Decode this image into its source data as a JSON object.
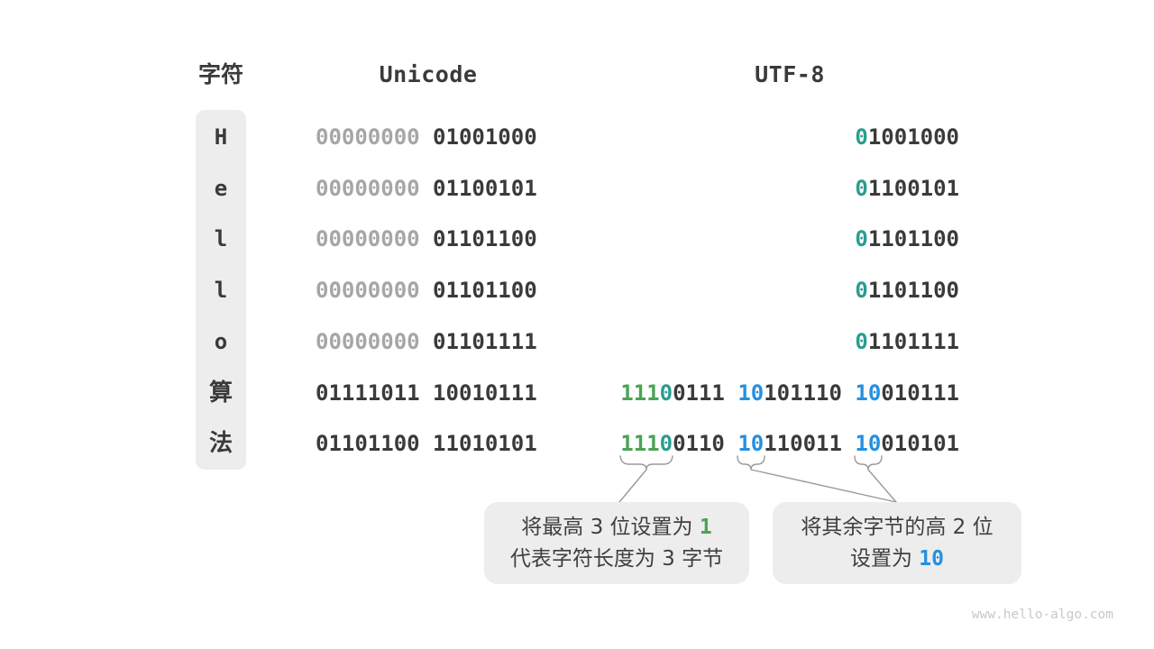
{
  "header": {
    "char_label": "字符",
    "unicode_label": "Unicode",
    "utf8_label": "UTF-8"
  },
  "table": {
    "rows": [
      {
        "char": "H",
        "unicode": [
          [
            "00000000",
            "gray"
          ],
          [
            " ",
            "dark"
          ],
          [
            "01001000",
            "dark"
          ]
        ],
        "utf8": [
          [
            "0",
            "teal"
          ],
          [
            "1001000",
            "dark"
          ]
        ]
      },
      {
        "char": "e",
        "unicode": [
          [
            "00000000",
            "gray"
          ],
          [
            " ",
            "dark"
          ],
          [
            "01100101",
            "dark"
          ]
        ],
        "utf8": [
          [
            "0",
            "teal"
          ],
          [
            "1100101",
            "dark"
          ]
        ]
      },
      {
        "char": "l",
        "unicode": [
          [
            "00000000",
            "gray"
          ],
          [
            " ",
            "dark"
          ],
          [
            "01101100",
            "dark"
          ]
        ],
        "utf8": [
          [
            "0",
            "teal"
          ],
          [
            "1101100",
            "dark"
          ]
        ]
      },
      {
        "char": "l",
        "unicode": [
          [
            "00000000",
            "gray"
          ],
          [
            " ",
            "dark"
          ],
          [
            "01101100",
            "dark"
          ]
        ],
        "utf8": [
          [
            "0",
            "teal"
          ],
          [
            "1101100",
            "dark"
          ]
        ]
      },
      {
        "char": "o",
        "unicode": [
          [
            "00000000",
            "gray"
          ],
          [
            " ",
            "dark"
          ],
          [
            "01101111",
            "dark"
          ]
        ],
        "utf8": [
          [
            "0",
            "teal"
          ],
          [
            "1101111",
            "dark"
          ]
        ]
      },
      {
        "char": "算",
        "unicode": [
          [
            "01111011",
            "dark"
          ],
          [
            " ",
            "dark"
          ],
          [
            "10010111",
            "dark"
          ]
        ],
        "utf8": [
          [
            "111",
            "green"
          ],
          [
            "0",
            "teal"
          ],
          [
            "0111",
            "dark"
          ],
          [
            " ",
            "dark"
          ],
          [
            "10",
            "blue"
          ],
          [
            "101110",
            "dark"
          ],
          [
            " ",
            "dark"
          ],
          [
            "10",
            "blue"
          ],
          [
            "010111",
            "dark"
          ]
        ]
      },
      {
        "char": "法",
        "unicode": [
          [
            "01101100",
            "dark"
          ],
          [
            " ",
            "dark"
          ],
          [
            "11010101",
            "dark"
          ]
        ],
        "utf8": [
          [
            "111",
            "green"
          ],
          [
            "0",
            "teal"
          ],
          [
            "0110",
            "dark"
          ],
          [
            " ",
            "dark"
          ],
          [
            "10",
            "blue"
          ],
          [
            "110011",
            "dark"
          ],
          [
            " ",
            "dark"
          ],
          [
            "10",
            "blue"
          ],
          [
            "010101",
            "dark"
          ]
        ]
      }
    ]
  },
  "callouts": {
    "msb": {
      "line1_prefix": "将最高 3 位设置为 ",
      "line1_highlight": "1",
      "line2": "代表字符长度为 3 字节"
    },
    "continuation": {
      "line1": "将其余字节的高 2 位",
      "line2_prefix": "设置为 ",
      "line2_highlight": "10"
    }
  },
  "colors": {
    "dark": "#3a3a3a",
    "gray": "#a6a6a6",
    "teal": "#2a9d8f",
    "green": "#4ca355",
    "blue": "#2590e0",
    "box_bg": "#ededed",
    "line": "#9a9a9a",
    "watermark": "#c8c8c8"
  },
  "watermark": "www.hello-algo.com"
}
